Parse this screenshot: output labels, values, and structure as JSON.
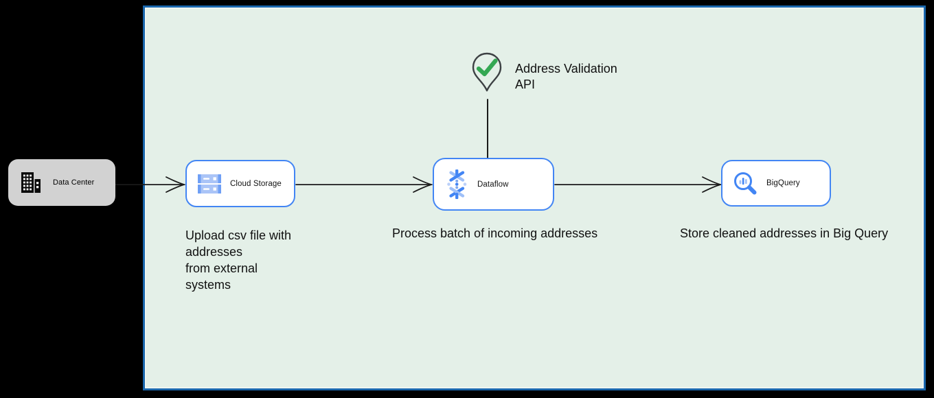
{
  "diagram": {
    "nodes": {
      "data_center": {
        "label": "Data Center"
      },
      "cloud_storage": {
        "label": "Cloud Storage"
      },
      "dataflow": {
        "label": "Dataflow"
      },
      "bigquery": {
        "label": "BigQuery"
      }
    },
    "api_marker": {
      "label": "Address Validation\nAPI"
    },
    "captions": {
      "upload": "Upload csv file with\naddresses\nfrom external\nsystems",
      "process": "Process batch of incoming addresses",
      "store": "Store cleaned addresses in Big Query"
    },
    "icons": {
      "data_center": "building-icon",
      "cloud_storage": "cloud-storage-icon",
      "dataflow": "dataflow-icon",
      "bigquery": "bigquery-magnifier-icon",
      "api_marker": "map-pin-check-icon"
    },
    "colors": {
      "canvas_bg": "#000000",
      "panel_fill": "#e4f0e8",
      "panel_border": "#1a67ad",
      "node_border": "#4285f4",
      "node_fill": "#ffffff",
      "datacenter_fill": "#d2d2d2",
      "icon_blue": "#4285f4",
      "icon_blue_mid": "#6f9ff5",
      "icon_blue_light": "#aac4f7",
      "check_green": "#34a853",
      "pin_outline": "#3c4043",
      "connector": "#1a1a1a"
    }
  }
}
